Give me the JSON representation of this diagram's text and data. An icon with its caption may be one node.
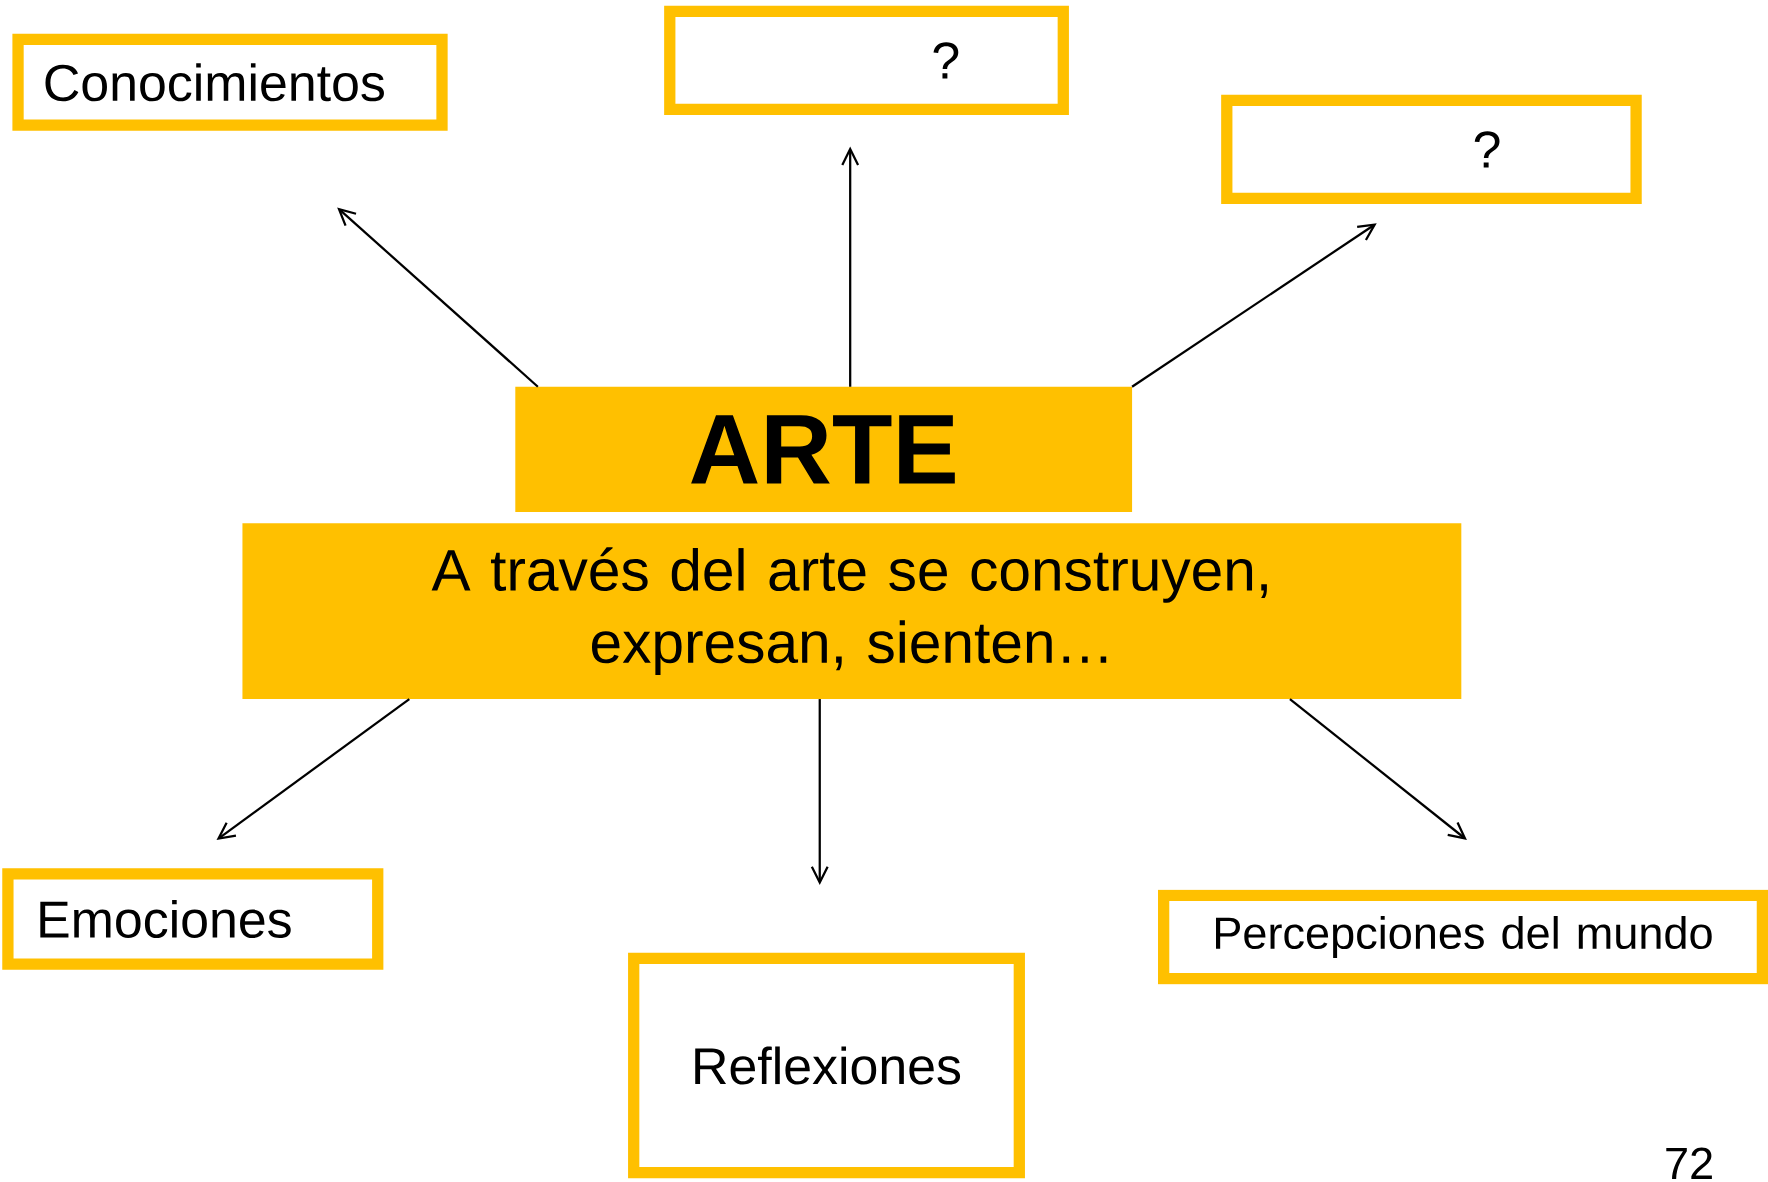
{
  "diagram": {
    "nodes": [
      {
        "text": [
          "Conocimientos"
        ]
      },
      {
        "text": [
          "?"
        ]
      },
      {
        "text": [
          "?"
        ]
      },
      {
        "text": [
          "ARTE"
        ]
      },
      {
        "text": [
          "A través del arte se construyen, expresan, sienten…"
        ]
      },
      {
        "text": [
          "Emociones"
        ]
      },
      {
        "text": [
          "Reflexiones"
        ]
      },
      {
        "text": [
          "Percepciones del mundo"
        ]
      }
    ],
    "edges": [
      {
        "from": 3,
        "to": 0,
        "arrow": "to"
      },
      {
        "from": 3,
        "to": 1,
        "arrow": "to"
      },
      {
        "from": 3,
        "to": 2,
        "arrow": "to"
      },
      {
        "from": 4,
        "to": 5,
        "arrow": "to"
      },
      {
        "from": 4,
        "to": 6,
        "arrow": "to"
      },
      {
        "from": 4,
        "to": 7,
        "arrow": "to"
      }
    ],
    "labels": [
      "72"
    ]
  }
}
